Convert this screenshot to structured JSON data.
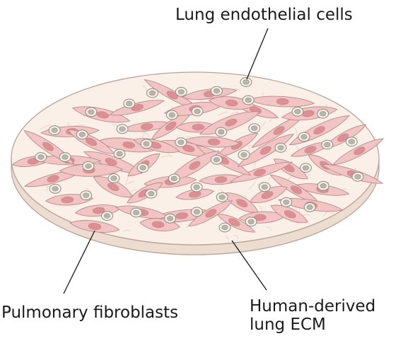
{
  "labels": {
    "endothelial": "Lung endothelial cells",
    "fibroblasts": "Pulmonary fibroblasts",
    "ecm_line1": "Human-derived",
    "ecm_line2": "lung ECM"
  },
  "colors": {
    "disc_top": "#fbf0e8",
    "disc_edge": "#eddcd0",
    "disc_outline": "#b8a498",
    "fibroblast_fill": "#f2c4c4",
    "fibroblast_stroke": "#b88a8a",
    "fibroblast_nucleus": "#dd8f93",
    "endothelial_fill": "#f3efe6",
    "endothelial_stroke": "#8f8a80",
    "endothelial_nucleus": "#b9b6ae",
    "fiber": "#ead8cc",
    "leader_line": "#1a1a1a"
  }
}
